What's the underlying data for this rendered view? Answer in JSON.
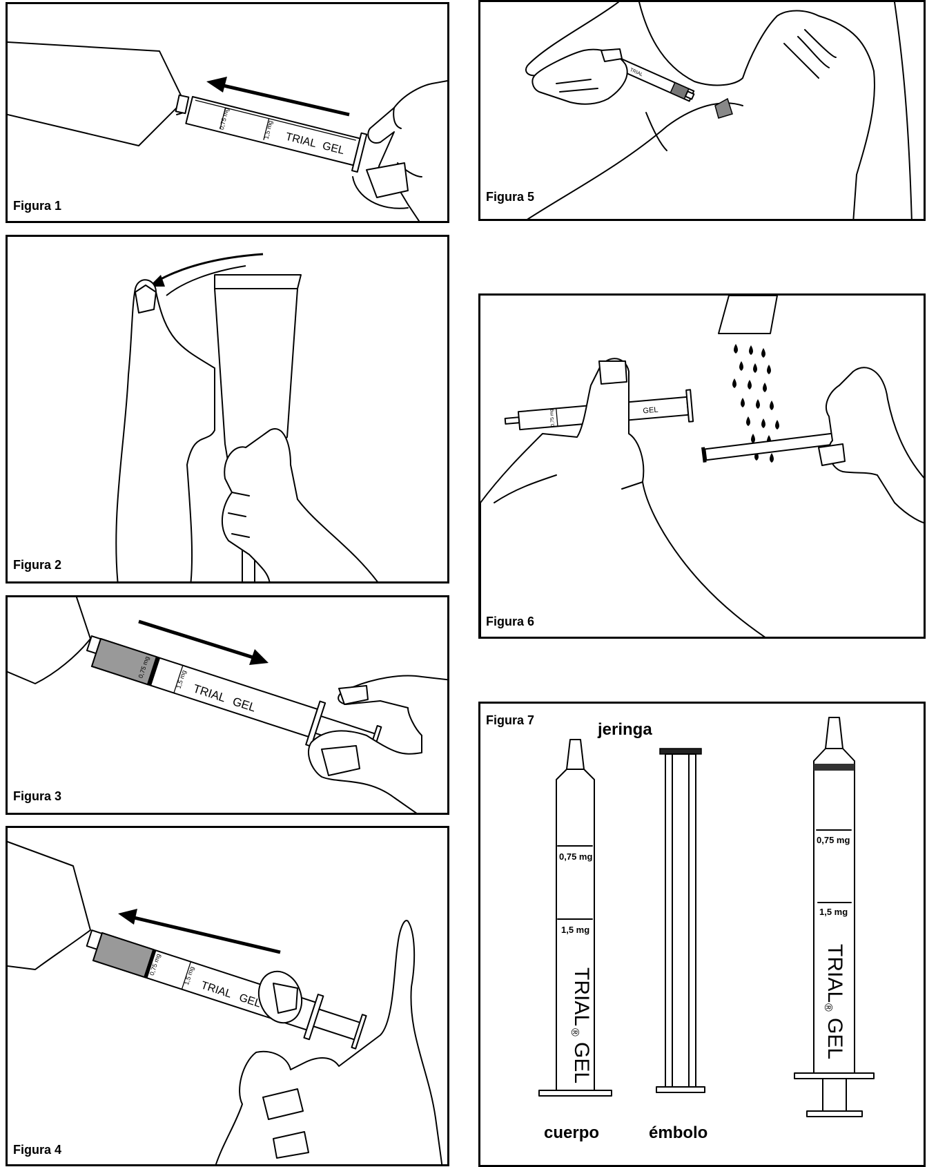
{
  "figures": {
    "f1": {
      "caption": "Figura 1"
    },
    "f2": {
      "caption": "Figura 2"
    },
    "f3": {
      "caption": "Figura 3"
    },
    "f4": {
      "caption": "Figura 4"
    },
    "f5": {
      "caption": "Figura 5"
    },
    "f6": {
      "caption": "Figura 6"
    },
    "f7": {
      "caption": "Figura 7",
      "title": "jeringa",
      "label_body": "cuerpo",
      "label_plunger": "émbolo"
    }
  },
  "syringe": {
    "mark_075": "0,75 mg",
    "mark_15": "1,5 mg",
    "brand": "TRIAL",
    "brand_reg": "®",
    "brand_gel": "GEL"
  },
  "colors": {
    "line": "#000000",
    "gel_fill": "#999999",
    "background": "#ffffff"
  }
}
